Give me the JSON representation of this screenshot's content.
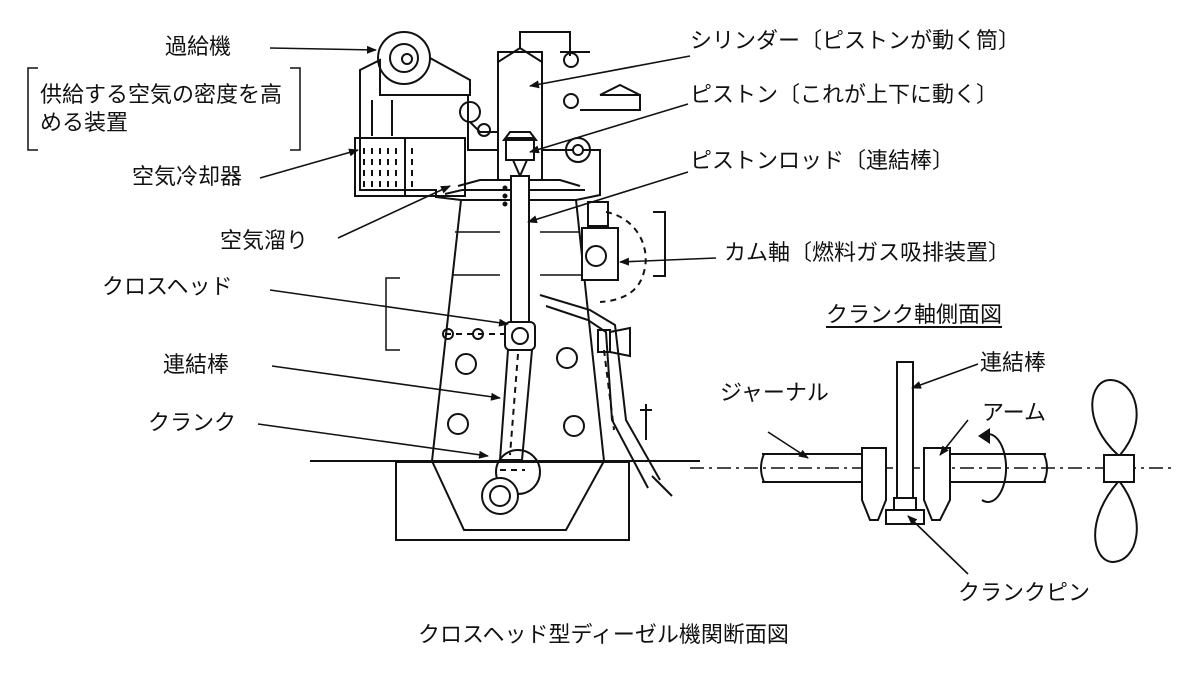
{
  "caption": "クロスヘッド型ディーゼル機関断面図",
  "labels": {
    "turbocharger": "過給機",
    "turbocharger_note": "供給する空気の密度を高める装置",
    "air_cooler": "空気冷却器",
    "air_reservoir": "空気溜り",
    "crosshead": "クロスヘッド",
    "connecting_rod": "連結棒",
    "crank": "クランク",
    "cylinder": "シリンダー〔ピストンが動く筒〕",
    "piston": "ピストン〔これが上下に動く〕",
    "piston_rod": "ピストンロッド〔連結棒〕",
    "camshaft": "カム軸〔燃料ガス吸排装置〕"
  },
  "side_view": {
    "title": "クランク軸側面図",
    "connecting_rod": "連結棒",
    "journal": "ジャーナル",
    "arm": "アーム",
    "crank_pin": "クランクピン"
  }
}
